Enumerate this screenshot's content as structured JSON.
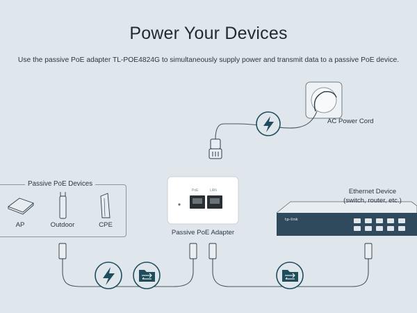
{
  "title": "Power Your Devices",
  "subtitle": "Use the passive PoE adapter TL-POE4824G to simultaneously supply power and transmit data to a passive PoE device.",
  "ac_power": {
    "label": "AC Power Cord"
  },
  "adapter": {
    "label": "Passive PoE Adapter",
    "port_labels": [
      "PoE",
      "LAN"
    ]
  },
  "devices_group": {
    "title": "Passive PoE Devices",
    "items": [
      {
        "label": "AP",
        "icon": "ceiling-ap-icon"
      },
      {
        "label": "Outdoor",
        "icon": "outdoor-ap-icon"
      },
      {
        "label": "CPE",
        "icon": "cpe-icon"
      }
    ]
  },
  "ethernet_device": {
    "label_line1": "Ethernet Device",
    "label_line2": "(switch, router, etc.)",
    "brand": "tp-link"
  },
  "connection_icons": [
    "power-bolt-icon",
    "data-transfer-icon"
  ],
  "colors": {
    "background": "#dfe6ec",
    "accent": "#1f4d5c",
    "outline": "#2c3a45"
  }
}
